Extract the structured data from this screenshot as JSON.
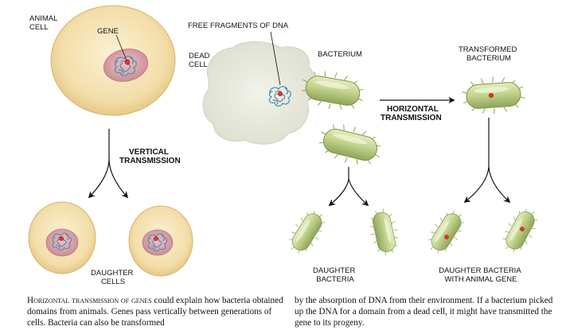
{
  "labels": {
    "animal_cell": [
      "ANIMAL",
      "CELL"
    ],
    "gene": "GENE",
    "free_fragments": "FREE FRAGMENTS OF DNA",
    "dead_cell": [
      "DEAD",
      "CELL"
    ],
    "bacterium": "BACTERIUM",
    "transformed_bacterium": [
      "TRANSFORMED",
      "BACTERIUM"
    ],
    "horizontal_transmission": [
      "HORIZONTAL",
      "TRANSMISSION"
    ],
    "vertical_transmission": [
      "VERTICAL",
      "TRANSMISSION"
    ],
    "daughter_cells": [
      "DAUGHTER",
      "CELLS"
    ],
    "daughter_bacteria": [
      "DAUGHTER",
      "BACTERIA"
    ],
    "daughter_bacteria_gene": [
      "DAUGHTER BACTERIA",
      "WITH ANIMAL GENE"
    ]
  },
  "caption": {
    "lead": "Horizontal transmission of genes",
    "left_rest": " could explain how bacteria obtained domains from animals. Genes pass vertically between generations of cells. Bacteria can also be transformed",
    "right": "by the absorption of DNA from their environment. If a bacterium picked up the DNA for a domain from a dead cell, it might have transmitted the gene to its progeny."
  },
  "colors": {
    "cell_fill": "#f3deaa",
    "nucleus_fill": "#d9a2a8",
    "dna": "#5a94b8",
    "bacterium_fill": "#c2d48c",
    "dead_cell_fill": "#e6e7dc",
    "gene_dot": "#e5312f"
  }
}
